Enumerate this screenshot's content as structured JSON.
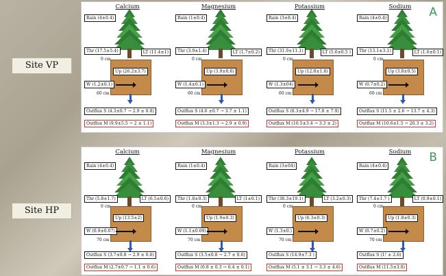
{
  "sites": [
    {
      "label": "Site VP",
      "panel_letter": "A",
      "depth_top": "0 cm",
      "depth_bottom": "60 cm",
      "elements": [
        {
          "name": "Calcium",
          "rain": "Rain (4±0.4)",
          "thr": "Thr (17.5±5.4)",
          "lt": "LT (11.4±1)",
          "up": "Up (26.2±3.7)",
          "w": "W (1.2±0.1)",
          "outflux_s": "Outflux S (4.3±0.7 → 2.9 ± 0.8)",
          "outflux_m": "Outflux M (9.9±5.5 → 2 ± 1.1)"
        },
        {
          "name": "Magnesium",
          "rain": "Rain (1±0.4)",
          "thr": "Thr (3.9±1.4)",
          "lt": "LT (1.7±0.2)",
          "up": "Up (3.9±0.6)",
          "w": "W (1.4±0.1)",
          "outflux_s": "Outflux S (4.6 ±0.7 → 3.7 ± 1.1)",
          "outflux_m": "Outflux M (3.3±1.3 → 2.9 ± 0.9)"
        },
        {
          "name": "Potassium",
          "rain": "Rain (3±8.4)",
          "thr": "Thr (31.9±11.1)",
          "lt": "LT (5.6±0.5 )",
          "up": "Up (12.8±1.8)",
          "w": "W (1.3±04)",
          "outflux_s": "Outflux S (8.3±4.9 → 17.8 ± 7.9)",
          "outflux_m": "Outflux M (10.5±3.4 → 3.3 ± 2)"
        },
        {
          "name": "Sodium",
          "rain": "Rain (4±0.4)",
          "thr": "Thr (13.1±3.1)",
          "lt": "LT (1.6±0.1)",
          "up": "Up (3.8±0.5)",
          "w": "W (0.7±0.2)",
          "outflux_s": "Outflux S (11.5 ± 2.6 → 13.7 ± 4.3)",
          "outflux_m": "Outflux M (10.6±1.5 → 20.3 ± 3.2)"
        }
      ]
    },
    {
      "label": "Site HP",
      "panel_letter": "B",
      "depth_top": "0 cm",
      "depth_bottom": "70 cm",
      "elements": [
        {
          "name": "Calcium",
          "rain": "Rain (4±0.4)",
          "thr": "Thr (5.8±1.7)",
          "lt": "LT (6.5±0.6)",
          "up": "Up (13.5±2)",
          "w": "W (0.9±0.07)",
          "outflux_s": "Outflux S (3.7±0.8 → 2.9 ± 0.6)",
          "outflux_m": "Outflux M (2.7±0.7 → 1.1 ± 0.6)"
        },
        {
          "name": "Magnesium",
          "rain": "Rain (1±0.4)",
          "thr": "Thr (1.8±0.3)",
          "lt": "LT (1±0.1)",
          "up": "Up (1.9±0.3)",
          "w": "W (1.1±0.09)",
          "outflux_s": "Outflux S (3.5±0.8 → 2.7 ± 0.6)",
          "outflux_m": "Outflux M (0.8 ± 0.3 → 0.4 ± 0.1)"
        },
        {
          "name": "Potassium",
          "rain": "Rain (3±04)",
          "thr": "Thr (38.3±19.1)",
          "lt": "LT (3.2±0.3)",
          "up": "Up (6.3±0.3)",
          "w": "W (1.3±0.)",
          "outflux_s": "Outflux S (14.9±7.3 )",
          "outflux_m": "Outflux M (5.1 ± 3.1 → 3.3 ± 4.6)"
        },
        {
          "name": "Sodium",
          "rain": "Rain (4±0.4)",
          "thr": "Thr (7.4±1.7 )",
          "lt": "LT (0.9±0.1)",
          "up": "Up (1.8±0.3)",
          "w": "W (0.7±0.2)",
          "outflux_s": "Outflux S (1! ± 2.6)",
          "outflux_m": "Outflux M (11.5±3.8)"
        }
      ]
    }
  ]
}
